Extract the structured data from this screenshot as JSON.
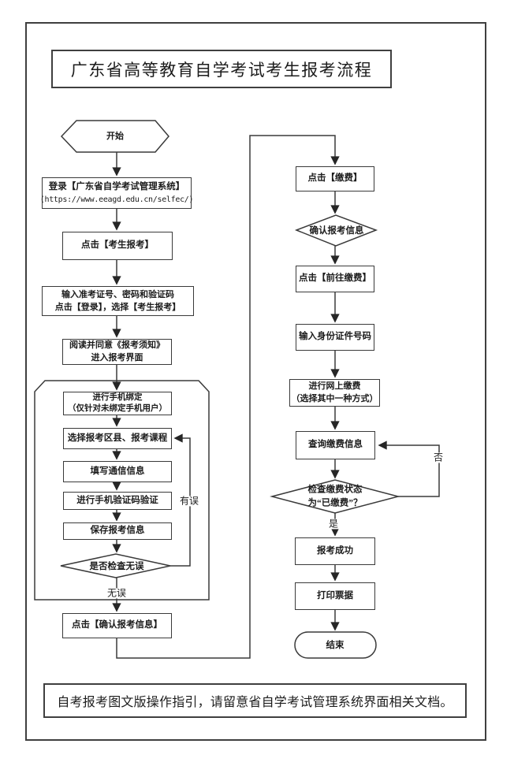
{
  "page": {
    "title": "广东省高等教育自学考试考生报考流程",
    "footer_note": "自考报考图文版操作指引，请留意省自学考试管理系统界面相关文档。"
  },
  "flowchart": {
    "start_label": "开始",
    "end_label": "结束",
    "steps": {
      "login": {
        "line1": "登录【广东省自学考试管理系统】",
        "line2": "(https://www.eeagd.edu.cn/selfec/)"
      },
      "click_candidate_register": {
        "line1": "点击【考生报考】"
      },
      "enter_credentials": {
        "line1": "输入准考证号、密码和验证码",
        "line2": "点击【登录】，选择【考生报考】"
      },
      "read_notice": {
        "line1": "阅读并同意《报考须知》",
        "line2": "进入报考界面"
      },
      "bind_phone": {
        "line1": "进行手机绑定",
        "line2": "（仅针对未绑定手机用户）"
      },
      "select_district_courses": {
        "line1": "选择报考区县、报考课程"
      },
      "fill_contact_info": {
        "line1": "填写通信信息"
      },
      "sms_verify": {
        "line1": "进行手机验证码验证"
      },
      "save_info": {
        "line1": "保存报考信息"
      },
      "check_correct": {
        "line1": "是否检查无误"
      },
      "confirm_info": {
        "line1": "点击【确认报考信息】"
      },
      "click_pay": {
        "line1": "点击【缴费】"
      },
      "confirm_register_info": {
        "line1": "确认报考信息"
      },
      "go_to_pay": {
        "line1": "点击【前往缴费】"
      },
      "enter_id_number": {
        "line1": "输入身份证件号码"
      },
      "pay_online": {
        "line1": "进行网上缴费",
        "line2": "（选择其中一种方式）"
      },
      "query_payment": {
        "line1": "查询缴费信息"
      },
      "check_payment_status": {
        "line1": "检查缴费状态",
        "line2": "为“已缴费”？"
      },
      "register_success": {
        "line1": "报考成功"
      },
      "print_receipt": {
        "line1": "打印票据"
      }
    },
    "edge_labels": {
      "error": "有误",
      "no_error": "无误",
      "no": "否",
      "yes": "是"
    }
  },
  "colors": {
    "line": "#3a3a3a",
    "border": "#3f3f3f",
    "text": "#1c1c1c",
    "background": "#ffffff"
  }
}
